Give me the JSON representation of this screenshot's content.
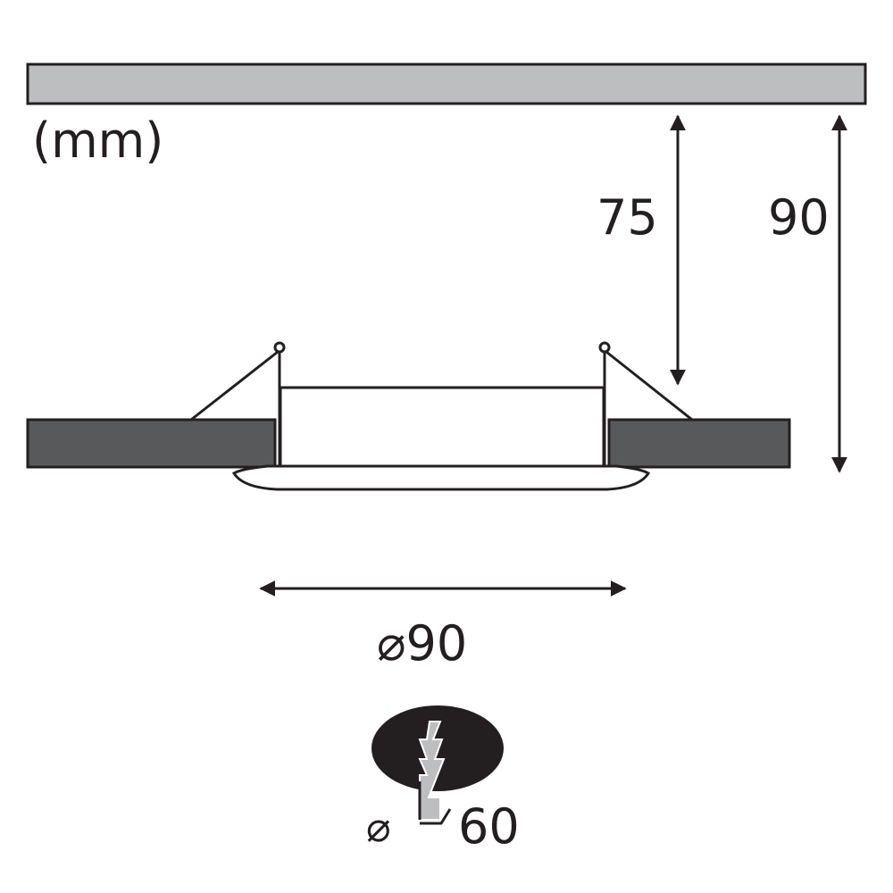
{
  "diagram": {
    "unit_label": "(mm)",
    "dimensions": {
      "recess_depth": "75",
      "total_height": "90",
      "outer_diameter": "⌀90",
      "cutout_symbol": "⌀",
      "cutout_diameter": "60"
    },
    "colors": {
      "line": "#231f20",
      "ceiling_fill": "#bcbec0",
      "board_fill": "#58595b",
      "white": "#ffffff"
    }
  }
}
